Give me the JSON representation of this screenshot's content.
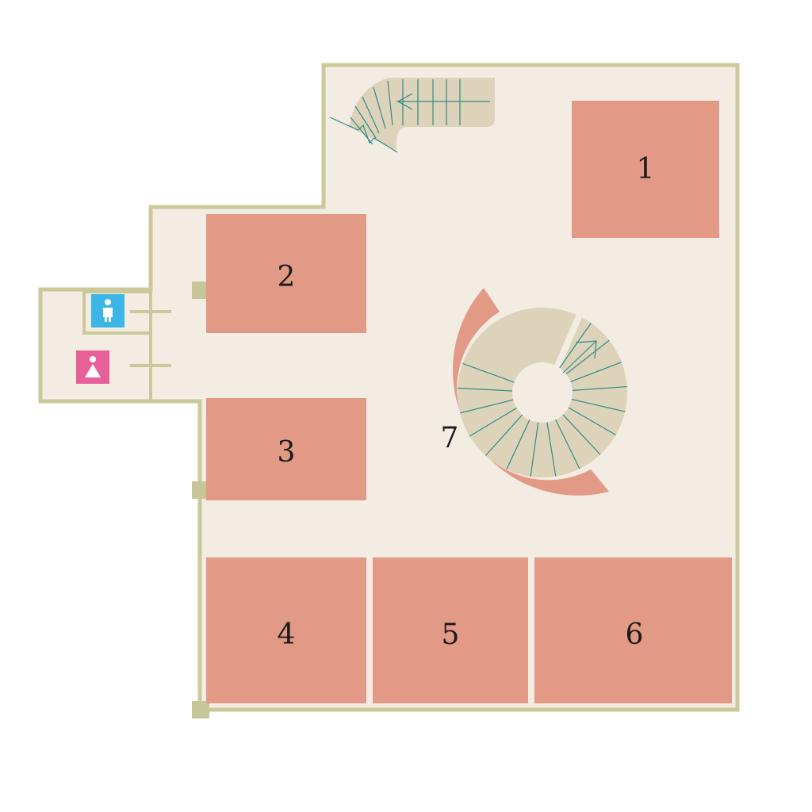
{
  "floorplan": {
    "rooms": [
      {
        "id": "room-1",
        "label": "1"
      },
      {
        "id": "room-2",
        "label": "2"
      },
      {
        "id": "room-3",
        "label": "3"
      },
      {
        "id": "room-4",
        "label": "4"
      },
      {
        "id": "room-5",
        "label": "5"
      },
      {
        "id": "room-6",
        "label": "6"
      },
      {
        "id": "room-7",
        "label": "7"
      }
    ],
    "icons": {
      "restroom_men": "man-restroom-icon",
      "restroom_women": "woman-restroom-icon",
      "straight_stairs": "stairs-icon",
      "spiral_stairs": "spiral-stairs-icon"
    },
    "colors": {
      "floor": "#f3ece2",
      "wall": "#cbc99a",
      "room": "#e29985",
      "stairs": "#ddd3bb",
      "stair_lines": "#2f8c87",
      "men": "#3cb6e6",
      "women": "#e8609a"
    }
  }
}
